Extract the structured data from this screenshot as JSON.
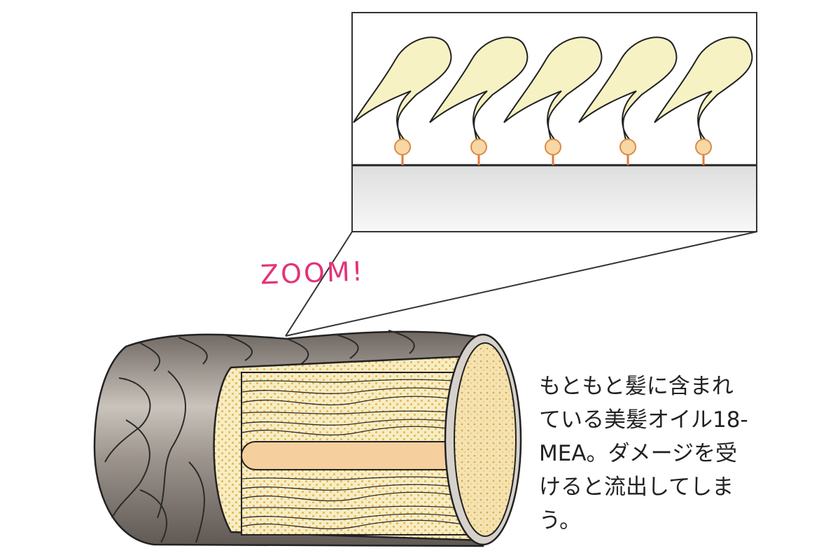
{
  "diagram": {
    "zoom_label": "ZOOM!",
    "caption_lines": [
      "もともと髪に含まれ",
      "ている美髪オイル18-",
      "MEA。ダメージを受",
      "けると流出してしま",
      "う。"
    ]
  },
  "colors": {
    "zoom_text": "#e2337a",
    "lipid_head": "#f7d7a4",
    "lipid_tail": "#f6f2c4",
    "cuticle": "#8d857f",
    "cortex_fill": "#f6e8b8",
    "medulla": "#f6cf9e",
    "hair_surface": "#e9e9e9",
    "outline": "#222222"
  }
}
